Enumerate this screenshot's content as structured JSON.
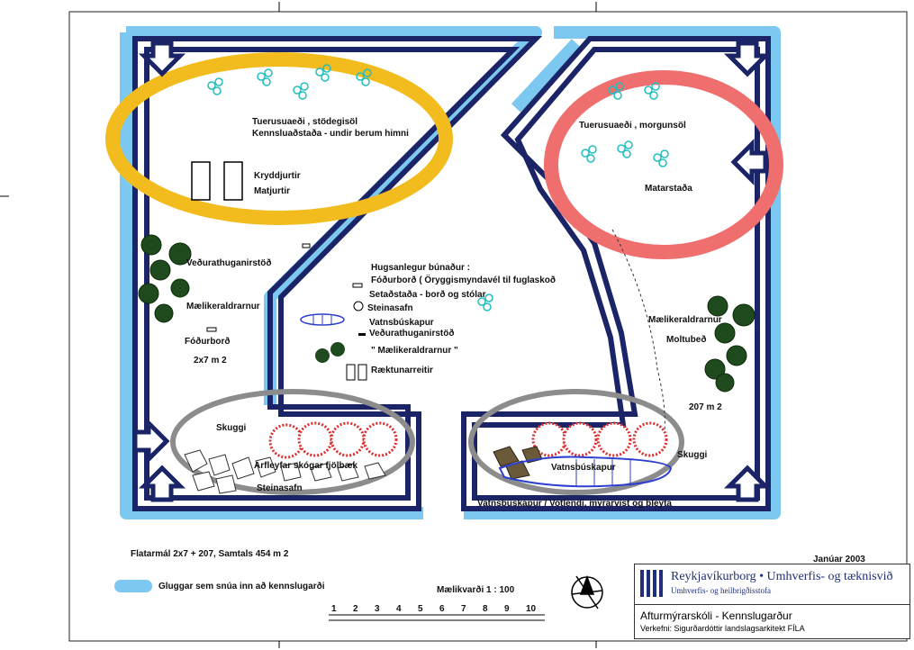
{
  "labels": {
    "nw_zone_1": "Tuerusuaeði , stödegisöl",
    "nw_zone_2": "Kennsluaðstaða - undir berum himni",
    "herbs": "Kryddjurtir",
    "vegetables": "Matjurtir",
    "ne_zone_1": "Tuerusuaeði , morgunsöl",
    "ne_zone_2": "Matarstaða",
    "weather_station_w": "Veðurathuganirstöð",
    "measuring_w": "Mælikeraldrarnur",
    "bird_table_w": "Fóðurborð",
    "area_w": "2x7 m 2",
    "ideas_title": "Hugsanlegur búnaður :",
    "ideas_1": "Fóðurborð ( Öryggismyndavél til fuglaskoð",
    "ideas_2": "Setaðstaða - borð og stólar",
    "ideas_3": "Steinasafn",
    "ideas_4": "Vatnsbúskapur",
    "ideas_5": "Veðurathuganirstöð",
    "ideas_6": "\" Mælikeraldrarnur \"",
    "ideas_7": "Ræktunarreitir",
    "measuring_e": "Mælikeraldrarnur",
    "compost": "Moltubeð",
    "area_e": "207 m 2",
    "shade_w": "Skuggi",
    "shade_e": "Skuggi",
    "rock_sw_1": "Arfleyfar skógar fjölbæk",
    "rock_sw_2": "Steinasafn",
    "water_se": "Vatnsbúskapur",
    "bottom_se": "Vatnsbúskapur / Votlendi, mýrarvist og bleyta"
  },
  "footer": {
    "area_total": "Flatarmál 2x7 + 207, Samtals 454 m 2",
    "legend_windows": "Gluggar sem snúa inn að kennslugarði",
    "scale_label": "Mælikvarði 1 : 100",
    "scale_numbers": [
      "1",
      "2",
      "3",
      "4",
      "5",
      "6",
      "7",
      "8",
      "9",
      "10"
    ],
    "date": "Janúar 2003"
  },
  "titleblock": {
    "org": "Reykjavíkurborg • Umhverfis- og tæknisvið",
    "org_sub": "Umhverfis- og heilbrigðisstofa",
    "title": "Afturmýrarskóli - Kennslugarður",
    "designer": "Verkefni: Sigurðardóttir landslagsarkitekt FÍLA"
  },
  "colors": {
    "building_fill": "#1a2466",
    "window_blue": "#7cc8f0",
    "afternoon_sun": "#f2bc1f",
    "morning_sun": "#ef6e6e",
    "shade": "#8c8c8c",
    "flowers": "#dd2c2c",
    "trees": "#1e4a1e",
    "turquoise_plants": "#22bfbf"
  }
}
